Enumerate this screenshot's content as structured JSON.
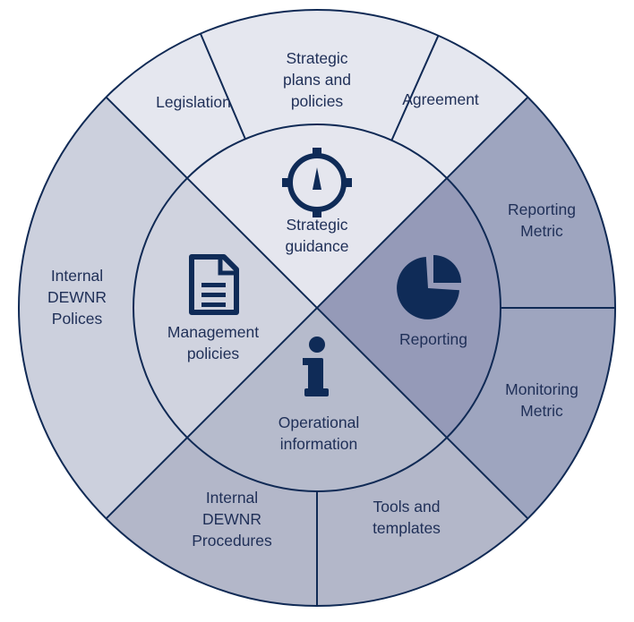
{
  "colors": {
    "outline": "#102a55",
    "icon": "#0f2b57",
    "text": "#1f2f57",
    "top_outer": "#e5e7ef",
    "top_inner": "#e5e6ee",
    "left_outer": "#ccd0dd",
    "left_inner": "#d0d3df",
    "right_outer": "#9ea5bf",
    "right_inner": "#959ab8",
    "bottom_outer": "#b3b7c9",
    "bottom_inner": "#b6bbcc"
  },
  "inner": {
    "strategic": {
      "label": "Strategic guidance",
      "lines": [
        "Strategic",
        "guidance"
      ],
      "icon": "compass-icon"
    },
    "management": {
      "label": "Management policies",
      "lines": [
        "Management",
        "policies"
      ],
      "icon": "document-icon"
    },
    "reporting": {
      "label": "Reporting",
      "lines": [
        "Reporting"
      ],
      "icon": "pie-chart-icon"
    },
    "operational": {
      "label": "Operational information",
      "lines": [
        "Operational",
        "information"
      ],
      "icon": "info-icon"
    }
  },
  "outer": {
    "legislation": {
      "lines": [
        "Legislation"
      ]
    },
    "strategic_plans": {
      "lines": [
        "Strategic",
        "plans and",
        "policies"
      ]
    },
    "agreement": {
      "lines": [
        "Agreement"
      ]
    },
    "reporting_metric": {
      "lines": [
        "Reporting",
        "Metric"
      ]
    },
    "monitoring_metric": {
      "lines": [
        "Monitoring",
        "Metric"
      ]
    },
    "tools_templates": {
      "lines": [
        "Tools and",
        "templates"
      ]
    },
    "internal_procedures": {
      "lines": [
        "Internal",
        "DEWNR",
        "Procedures"
      ]
    },
    "internal_polices": {
      "lines": [
        "Internal",
        "DEWNR",
        "Polices"
      ]
    }
  }
}
